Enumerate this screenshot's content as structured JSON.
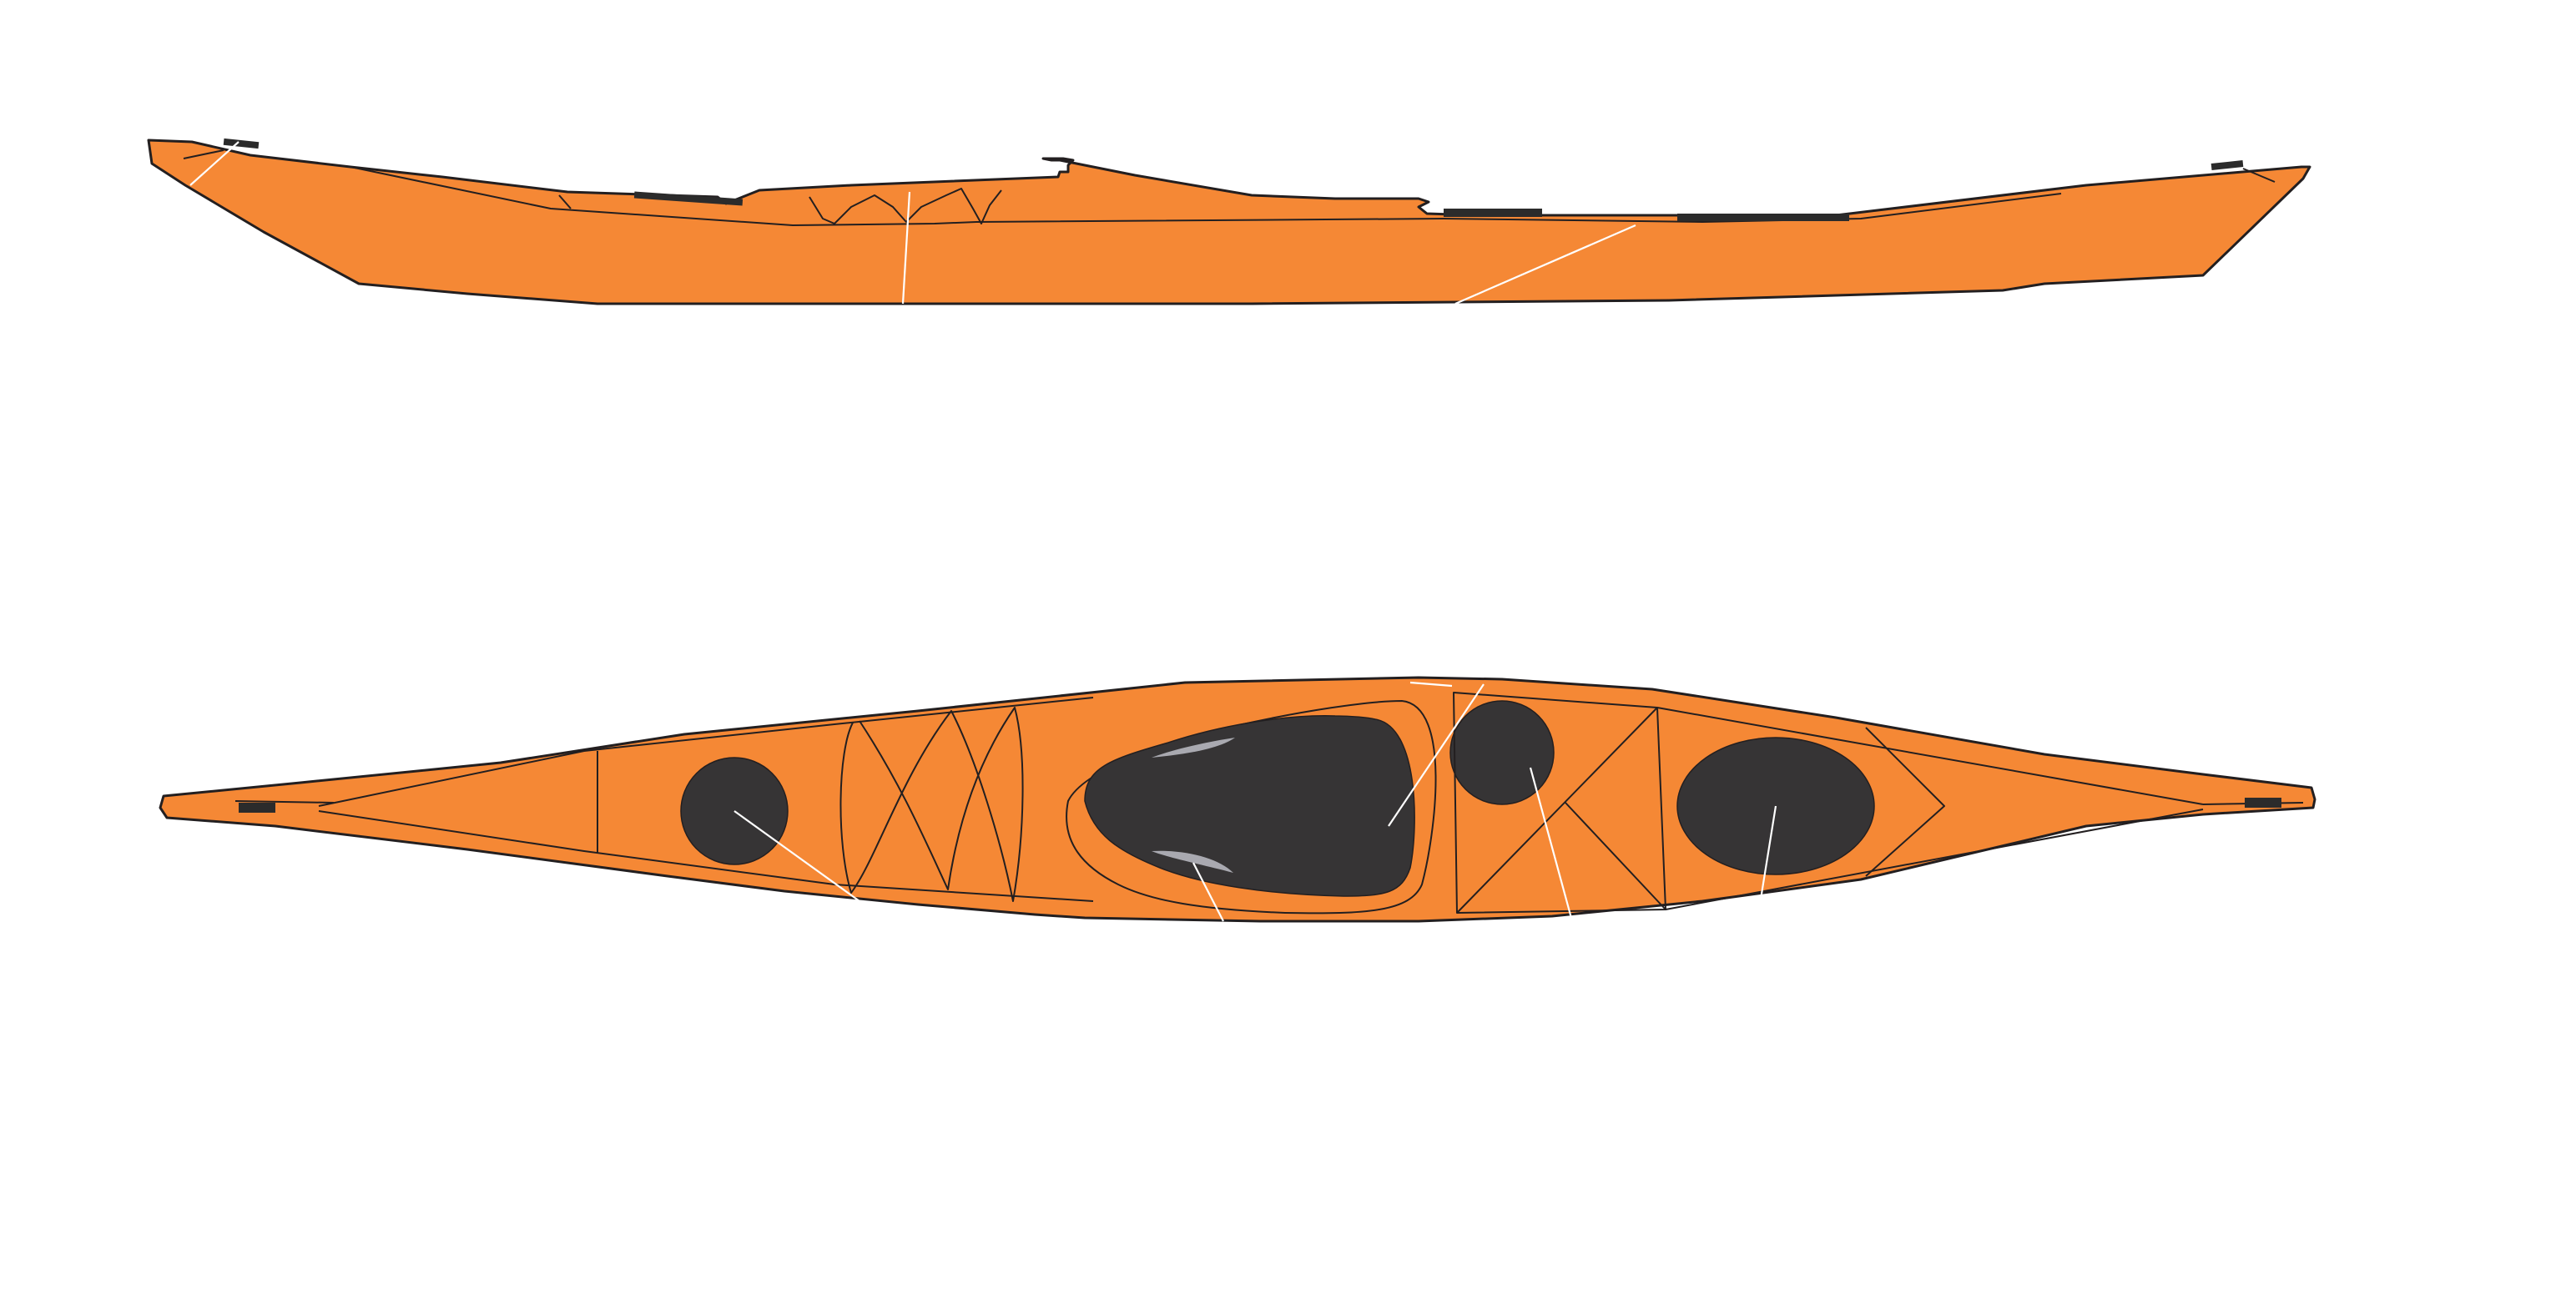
{
  "diagram": {
    "subject": "sea-kayak",
    "views": [
      "side",
      "top"
    ],
    "colors": {
      "hull": "#F58835",
      "outline": "#231F20",
      "hatch": "#363435",
      "deck_fitting": "#2b2b2b",
      "leader_line": "#ffffff",
      "cockpit_shadow": "#a9a9b0",
      "background": "#ffffff"
    },
    "features": {
      "rear_day_hatch": "circle",
      "cockpit": "keyhole",
      "front_day_hatch": "circle",
      "front_hatch": "oval",
      "deck_lines": "bungee-cross",
      "toggles": "bow-and-stern"
    }
  }
}
